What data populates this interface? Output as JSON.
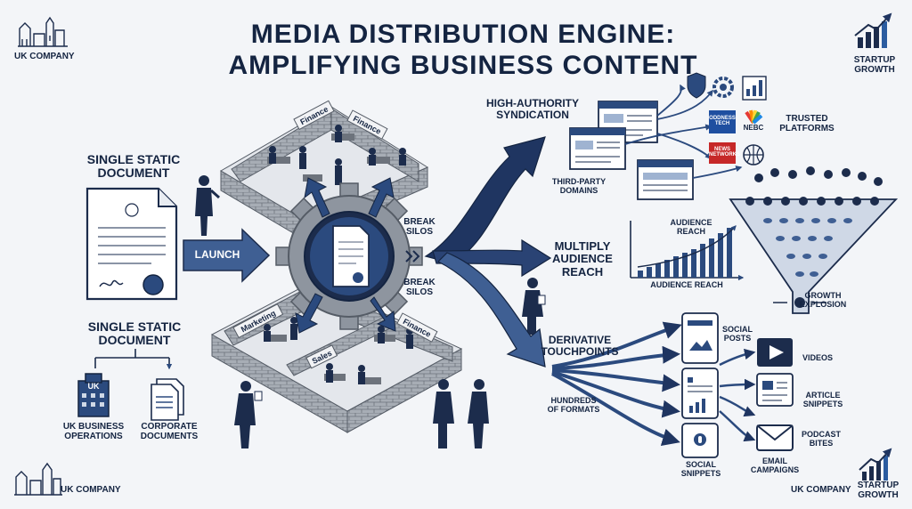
{
  "title_line1": "MEDIA DISTRIBUTION ENGINE:",
  "title_line2": "AMPLIFYING BUSINESS CONTENT",
  "corners": {
    "top_left": "UK COMPANY",
    "top_right": "STARTUP\nGROWTH",
    "bottom_left": "UK COMPANY",
    "bottom_right_company": "UK COMPANY",
    "bottom_right_growth": "STARTUP\nGROWTH"
  },
  "left": {
    "doc_top": "SINGLE STATIC\nDOCUMENT",
    "doc_mid": "SINGLE STATIC\nDOCUMENT",
    "launch": "LAUNCH",
    "uk_ops": "UK BUSINESS\nOPERATIONS",
    "corp_docs": "CORPORATE\nDOCUMENTS",
    "uk_badge": "UK"
  },
  "center": {
    "break_silos_top": "BREAK\nSILOS",
    "break_silos_bottom": "BREAK\nSILOS",
    "walls": {
      "finance_1": "Finance",
      "finance_2": "Finance",
      "marketing": "Marketing",
      "finance_3": "Finance",
      "sales": "Sales"
    }
  },
  "right": {
    "syndication": "HIGH-AUTHORITY\nSYNDICATION",
    "third_party": "THIRD-PARTY\nDOMAINS",
    "trusted": "TRUSTED\nPLATFORMS",
    "logo_tech": "ODDNESS\nTECH",
    "logo_nebc": "NEBC",
    "logo_news": "NEWS\nNETWORKS",
    "multiply": "MULTIPLY\nAUDIENCE\nREACH",
    "audience_reach_top": "AUDIENCE\nREACH",
    "audience_reach_bottom": "AUDIENCE REACH",
    "growth_explosion": "GROWTH\nEXPLOSION",
    "derivative": "DERIVATIVE\nTOUCHPOINTS",
    "hundreds": "HUNDREDS\nOF FORMATS",
    "social_posts": "SOCIAL\nPOSTS",
    "videos": "VIDEOS",
    "article_snippets": "ARTICLE\nSNIPPETS",
    "podcast_bites": "PODCAST\nBITES",
    "social_snippets": "SOCIAL\nSNIPPETS",
    "email_campaigns": "EMAIL\nCAMPAIGNS"
  },
  "colors": {
    "navy": "#1c2c4c",
    "arrow_dark": "#1f3561",
    "arrow_light": "#3f5f93",
    "brick": "#9aa0a8",
    "accent_red": "#c62828"
  }
}
